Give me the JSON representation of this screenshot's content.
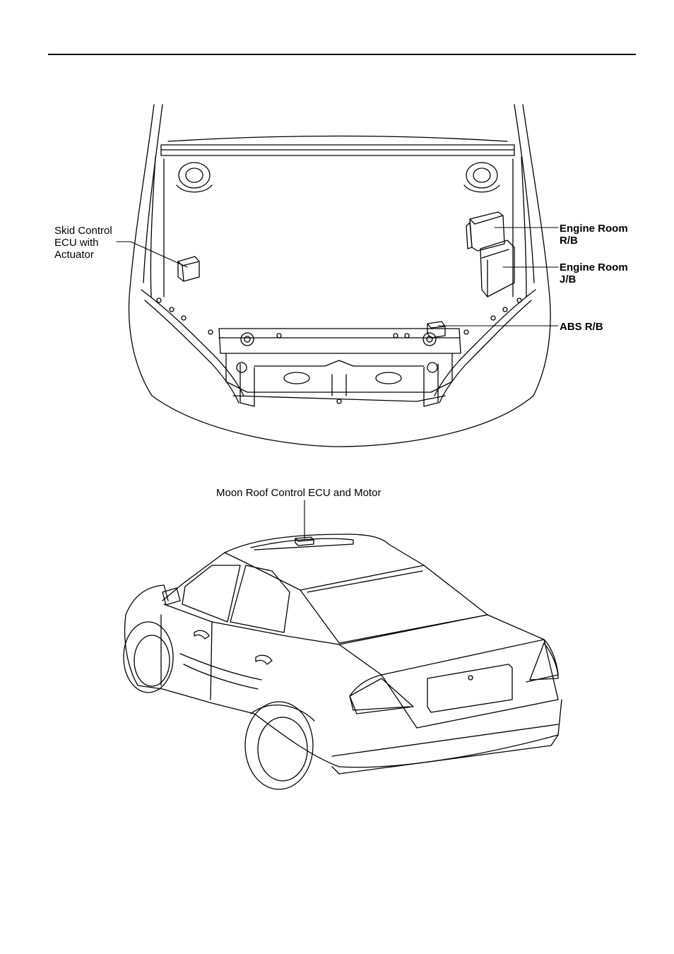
{
  "engine_room_diagram": {
    "labels": {
      "skid_control": [
        "Skid Control",
        "ECU with",
        "Actuator"
      ],
      "engine_room_rb": [
        "Engine Room",
        "R/B"
      ],
      "engine_room_jb": [
        "Engine Room",
        "J/B"
      ],
      "abs_rb": [
        "ABS R/B"
      ]
    }
  },
  "vehicle_diagram": {
    "labels": {
      "moon_roof": "Moon Roof Control ECU and Motor"
    }
  }
}
